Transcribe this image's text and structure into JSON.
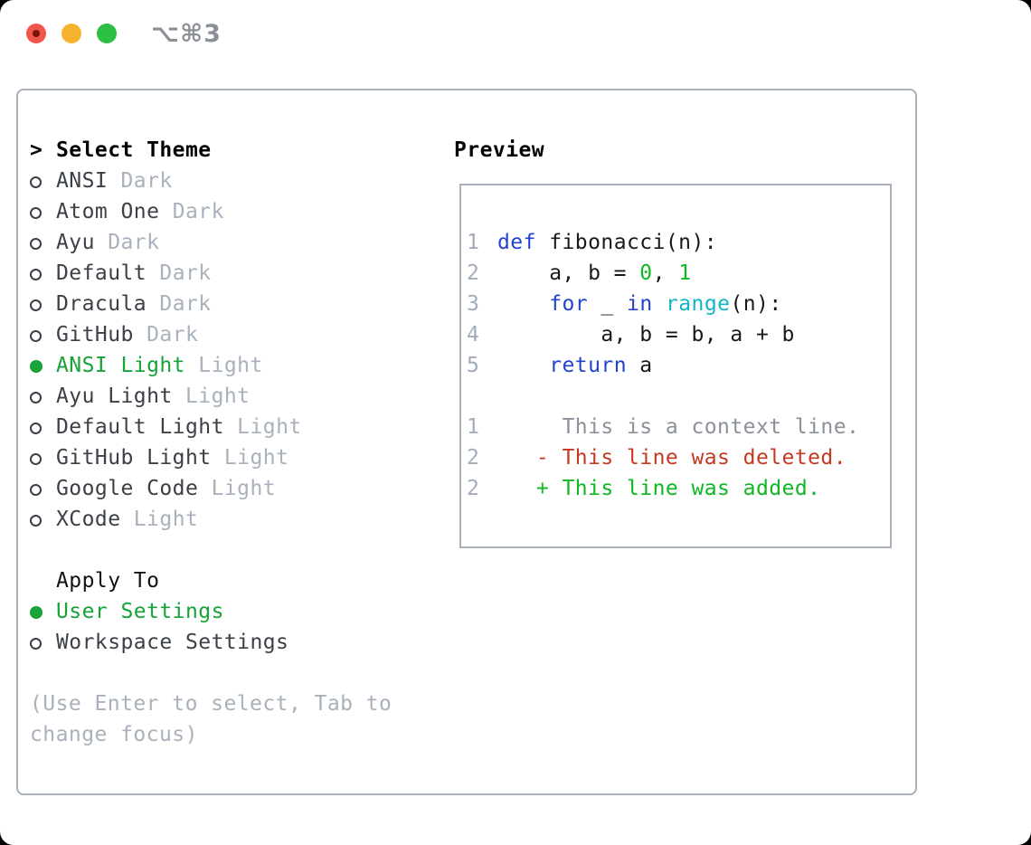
{
  "window": {
    "title": "⌥⌘3",
    "traffic_lights": {
      "close_color": "#f2554c",
      "close_dot_color": "#7a150e",
      "minimize_color": "#f6b42e",
      "zoom_color": "#2dbf41"
    }
  },
  "colors": {
    "panel_border": "#a8b0ba",
    "selected_green": "#17a337",
    "item_text": "#3b4046",
    "tag_text": "#a8b1bc",
    "hint_text": "#a8b1bc",
    "code": {
      "foreground": "#17191b",
      "keyword": "#2342cd",
      "builtin": "#12b5c7",
      "literal": "#0db822",
      "context": "#8a9199",
      "deleted": "#c43a20",
      "added": "#0db822",
      "line_number": "#a3adb9"
    }
  },
  "theme_selector": {
    "cursor": ">",
    "header": "Select Theme",
    "items": [
      {
        "name": "ANSI",
        "tag": "Dark",
        "selected": false
      },
      {
        "name": "Atom One",
        "tag": "Dark",
        "selected": false
      },
      {
        "name": "Ayu",
        "tag": "Dark",
        "selected": false
      },
      {
        "name": "Default",
        "tag": "Dark",
        "selected": false
      },
      {
        "name": "Dracula",
        "tag": "Dark",
        "selected": false
      },
      {
        "name": "GitHub",
        "tag": "Dark",
        "selected": false
      },
      {
        "name": "ANSI Light",
        "tag": "Light",
        "selected": true
      },
      {
        "name": "Ayu Light",
        "tag": "Light",
        "selected": false
      },
      {
        "name": "Default Light",
        "tag": "Light",
        "selected": false
      },
      {
        "name": "GitHub Light",
        "tag": "Light",
        "selected": false
      },
      {
        "name": "Google Code",
        "tag": "Light",
        "selected": false
      },
      {
        "name": "XCode",
        "tag": "Light",
        "selected": false
      }
    ],
    "apply_to": {
      "header": "Apply To",
      "options": [
        {
          "label": "User Settings",
          "selected": true
        },
        {
          "label": "Workspace Settings",
          "selected": false
        }
      ]
    },
    "hint": "(Use Enter to select, Tab to change focus)"
  },
  "preview": {
    "label": "Preview",
    "lines": [
      {
        "num": "1",
        "segs": [
          [
            "kw",
            "def"
          ],
          [
            "fg",
            " fibonacci(n):"
          ]
        ]
      },
      {
        "num": "2",
        "segs": [
          [
            "fg",
            "    a, b = "
          ],
          [
            "lit",
            "0"
          ],
          [
            "fg",
            ", "
          ],
          [
            "lit",
            "1"
          ]
        ]
      },
      {
        "num": "3",
        "segs": [
          [
            "fg",
            "    "
          ],
          [
            "kw",
            "for"
          ],
          [
            "fg",
            " _ "
          ],
          [
            "kw",
            "in"
          ],
          [
            "fg",
            " "
          ],
          [
            "fn",
            "range"
          ],
          [
            "fg",
            "(n):"
          ]
        ]
      },
      {
        "num": "4",
        "segs": [
          [
            "fg",
            "        a, b = b, a + b"
          ]
        ]
      },
      {
        "num": "5",
        "segs": [
          [
            "fg",
            "    "
          ],
          [
            "kw",
            "return"
          ],
          [
            "fg",
            " a"
          ]
        ]
      },
      {
        "num": "",
        "segs": []
      },
      {
        "num": "1",
        "segs": [
          [
            "ctx",
            "     This is a context line."
          ]
        ]
      },
      {
        "num": "2",
        "segs": [
          [
            "del",
            "   - This line was deleted."
          ]
        ]
      },
      {
        "num": "2",
        "segs": [
          [
            "add",
            "   + This line was added."
          ]
        ]
      }
    ]
  }
}
